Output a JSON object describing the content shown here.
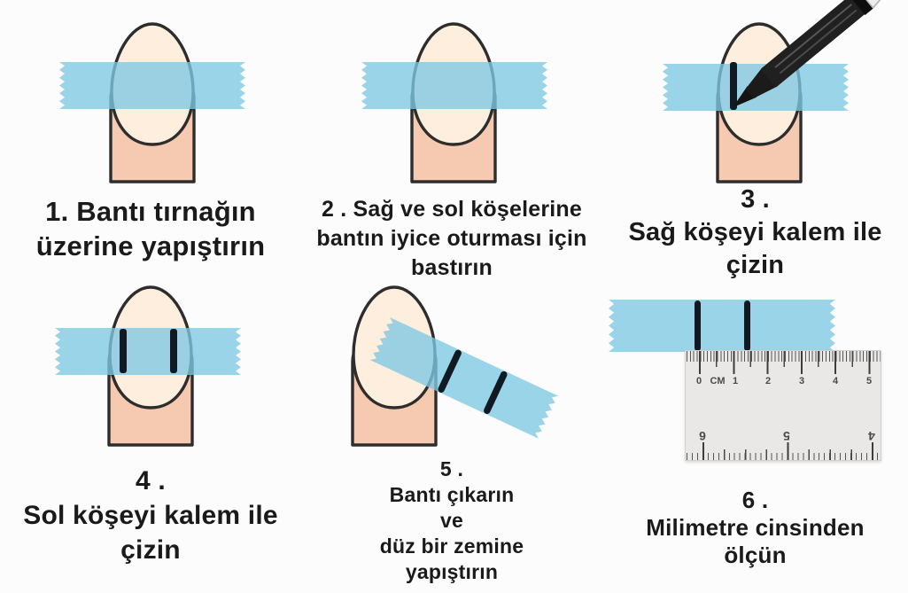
{
  "steps": [
    {
      "caption": "1. Bantı tırnağın\nüzerine yapıştırın"
    },
    {
      "caption": "2 . Sağ ve sol köşelerine\nbantın iyice oturması için\nbastırın"
    },
    {
      "caption": "3 .\nSağ köşeyi kalem ile\nçizin"
    },
    {
      "caption": "4 .\nSol köşeyi kalem ile\nçizin"
    },
    {
      "caption": "5 .\nBantı çıkarın\nve\ndüz bir zemine\nyapıştırın"
    },
    {
      "caption": "6 .\nMilimetre cinsinden\nölçün"
    }
  ],
  "ruler": {
    "cm_labels": [
      "0",
      "CM",
      "1",
      "2",
      "3",
      "4",
      "5"
    ],
    "inch_labels": [
      "6",
      "5",
      "4"
    ]
  },
  "colors": {
    "tape": "#7ec8e3",
    "nail": "#fdeedd",
    "finger": "#f6cab0",
    "outline": "#2d2d2d",
    "mark": "#101a22",
    "text": "#1a1a1a",
    "ruler_body": "#e9e8e6"
  }
}
